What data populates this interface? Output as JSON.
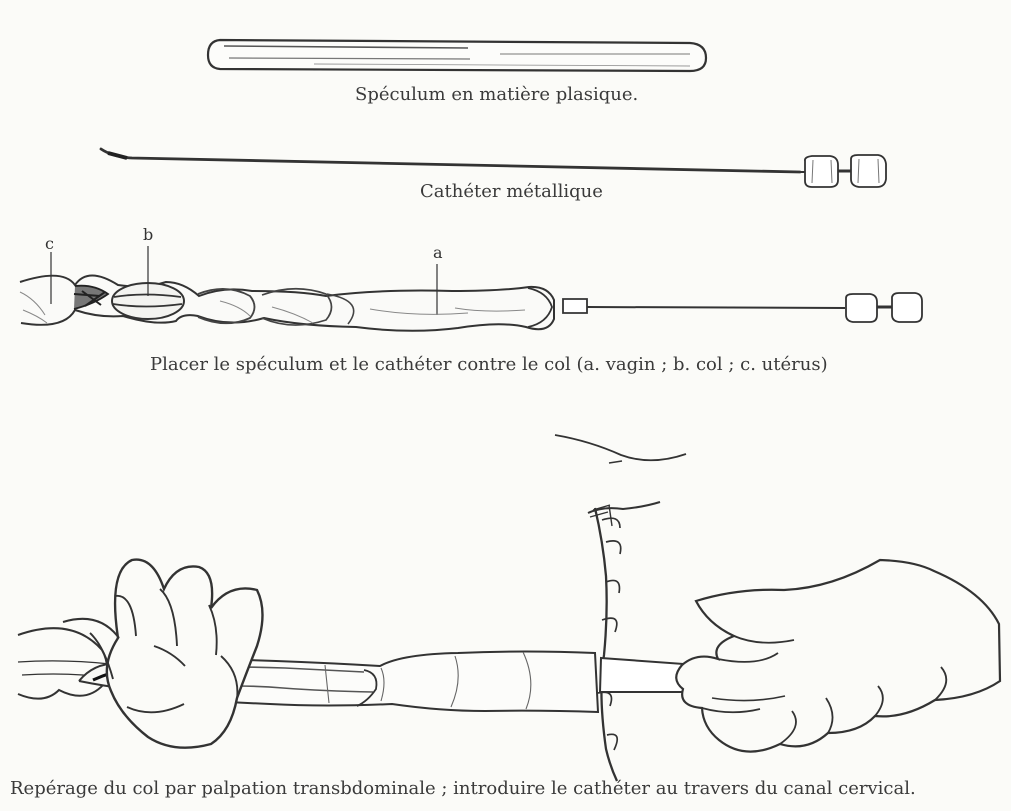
{
  "captions": {
    "speculum": "Spéculum en matière plasique.",
    "catheter": "Cathéter métallique",
    "placement": "Placer le spéculum et le cathéter contre le col (a. vagin ; b. col ; c. utérus)",
    "palpation": "Repérage du col par palpation transbdominale ; introduire le cathéter au travers du canal cervical."
  },
  "labels": {
    "a": "a",
    "b": "b",
    "c": "c"
  }
}
